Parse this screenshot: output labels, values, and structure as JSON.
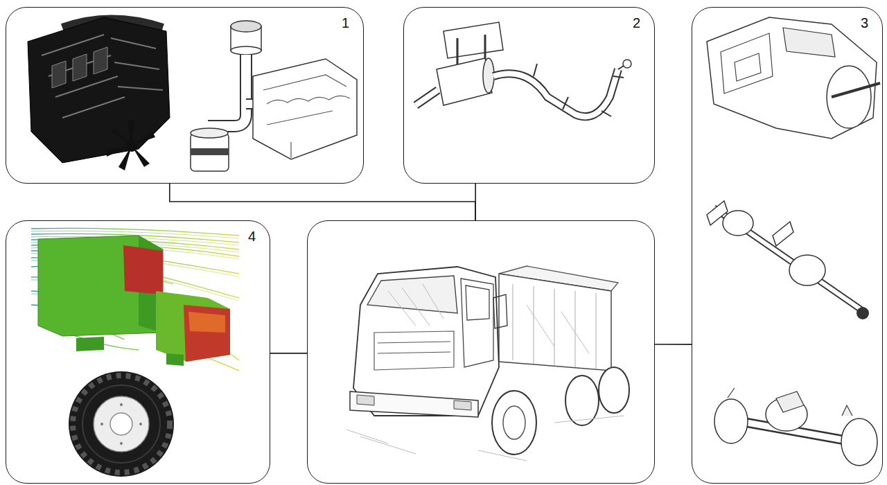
{
  "diagram": {
    "nodes": [
      {
        "text": [
          "1"
        ]
      },
      {
        "text": [
          "2"
        ]
      },
      {
        "text": [
          "3"
        ]
      },
      {
        "text": [
          "4"
        ]
      },
      {
        "text": []
      }
    ],
    "edges": [
      {
        "from": 0,
        "to": 4,
        "arrow": "none"
      },
      {
        "from": 1,
        "to": 4,
        "arrow": "none"
      },
      {
        "from": 3,
        "to": 4,
        "arrow": "none"
      },
      {
        "from": 4,
        "to": 2,
        "arrow": "none"
      }
    ]
  }
}
